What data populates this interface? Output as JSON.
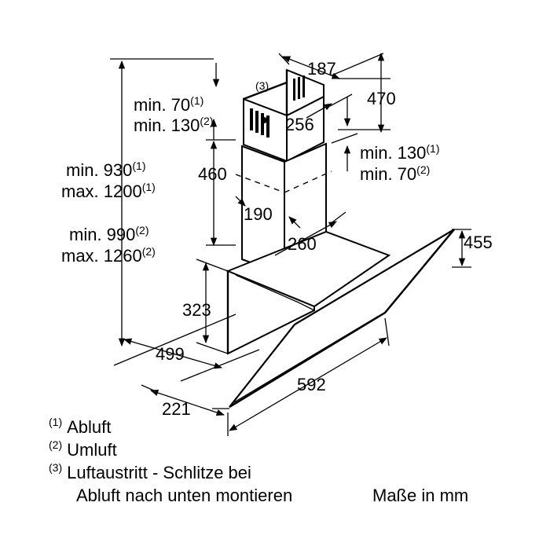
{
  "dimensions": {
    "chimney_width": "187",
    "chimney_height": "470",
    "chimney_depth": "256",
    "inner_width": "190",
    "inner_depth": "260",
    "lower_chimney_height": "460",
    "glass_height": "455",
    "body_height": "323",
    "body_depth": "499",
    "width": "592",
    "wall_offset": "221"
  },
  "notes": {
    "slot_ref": "(3)",
    "top_min_a": "min. 70",
    "top_min_a_ref": "(1)",
    "top_min_b": "min. 130",
    "top_min_b_ref": "(2)",
    "right_min_a": "min. 130",
    "right_min_a_ref": "(1)",
    "right_min_b": "min. 70",
    "right_min_b_ref": "(2)",
    "total_min_a": "min. 930",
    "total_min_a_ref": "(1)",
    "total_max_a": "max. 1200",
    "total_max_a_ref": "(1)",
    "total_min_b": "min. 990",
    "total_min_b_ref": "(2)",
    "total_max_b": "max. 1260",
    "total_max_b_ref": "(2)"
  },
  "legend": [
    {
      "num": "(1)",
      "text": "Abluft"
    },
    {
      "num": "(2)",
      "text": "Umluft"
    },
    {
      "num": "(3)",
      "text": "Luftaustritt - Schlitze bei"
    }
  ],
  "legend_cont": "Abluft nach unten montieren",
  "units": "Maße in mm"
}
